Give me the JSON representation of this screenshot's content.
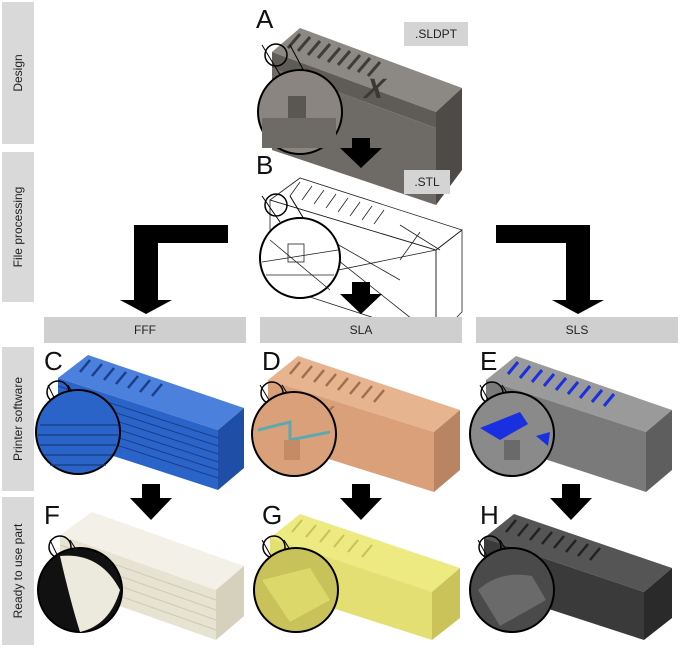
{
  "stages": {
    "design": "Design",
    "file_processing": "File processing",
    "printer_software": "Printer software",
    "ready": "Ready to use part"
  },
  "panels": {
    "A": {
      "letter": "A",
      "tag": ".SLDPT"
    },
    "B": {
      "letter": "B",
      "tag": ".STL"
    },
    "C": {
      "letter": "C"
    },
    "D": {
      "letter": "D"
    },
    "E": {
      "letter": "E"
    },
    "F": {
      "letter": "F"
    },
    "G": {
      "letter": "G"
    },
    "H": {
      "letter": "H"
    }
  },
  "methods": [
    "FFF",
    "SLA",
    "SLS"
  ],
  "colors": {
    "design_grey": "#6e6a66",
    "fff_blue": "#2b64c8",
    "sla_tan": "#d9a07a",
    "sls_grey": "#7a7a7a",
    "sls_highlight": "#1a2fe0",
    "fff_white": "#ece9dd",
    "sla_yellow": "#d9d27a",
    "sls_black": "#3a3a3a",
    "arrow": "#000000",
    "label_bg": "#d9d9d9"
  }
}
